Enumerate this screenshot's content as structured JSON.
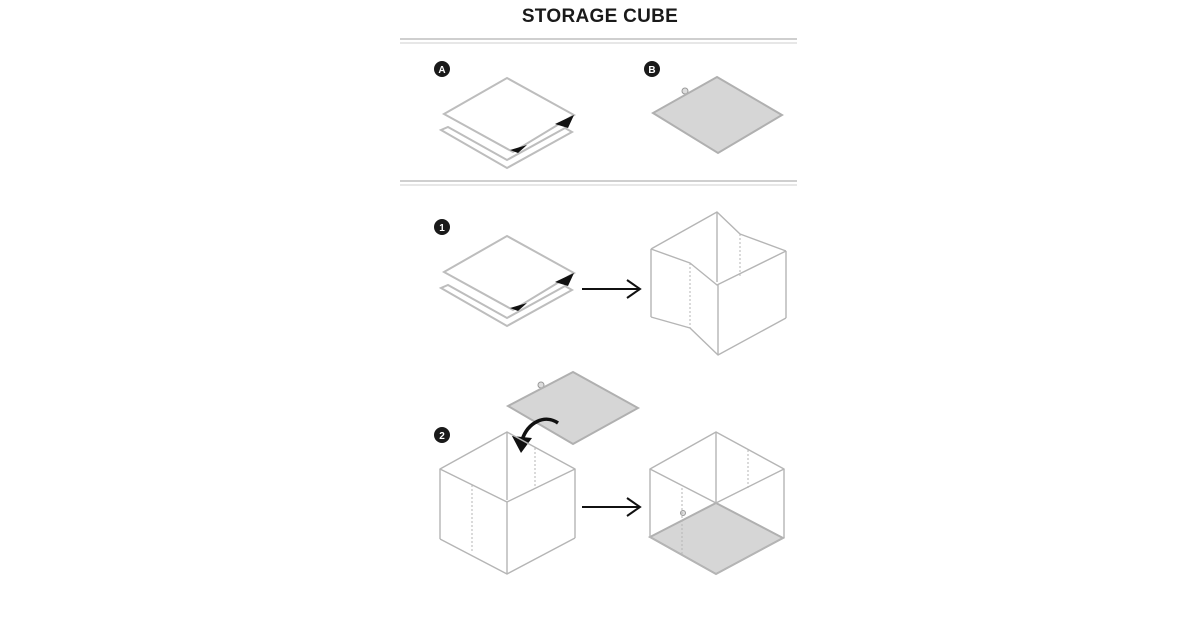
{
  "title": "STORAGE CUBE",
  "badges": {
    "a": "A",
    "b": "B",
    "step1": "1",
    "step2": "2"
  },
  "colors": {
    "panel_fill": "#d6d6d6",
    "line": "#b5b5b5",
    "ink": "#1a1a1a"
  }
}
